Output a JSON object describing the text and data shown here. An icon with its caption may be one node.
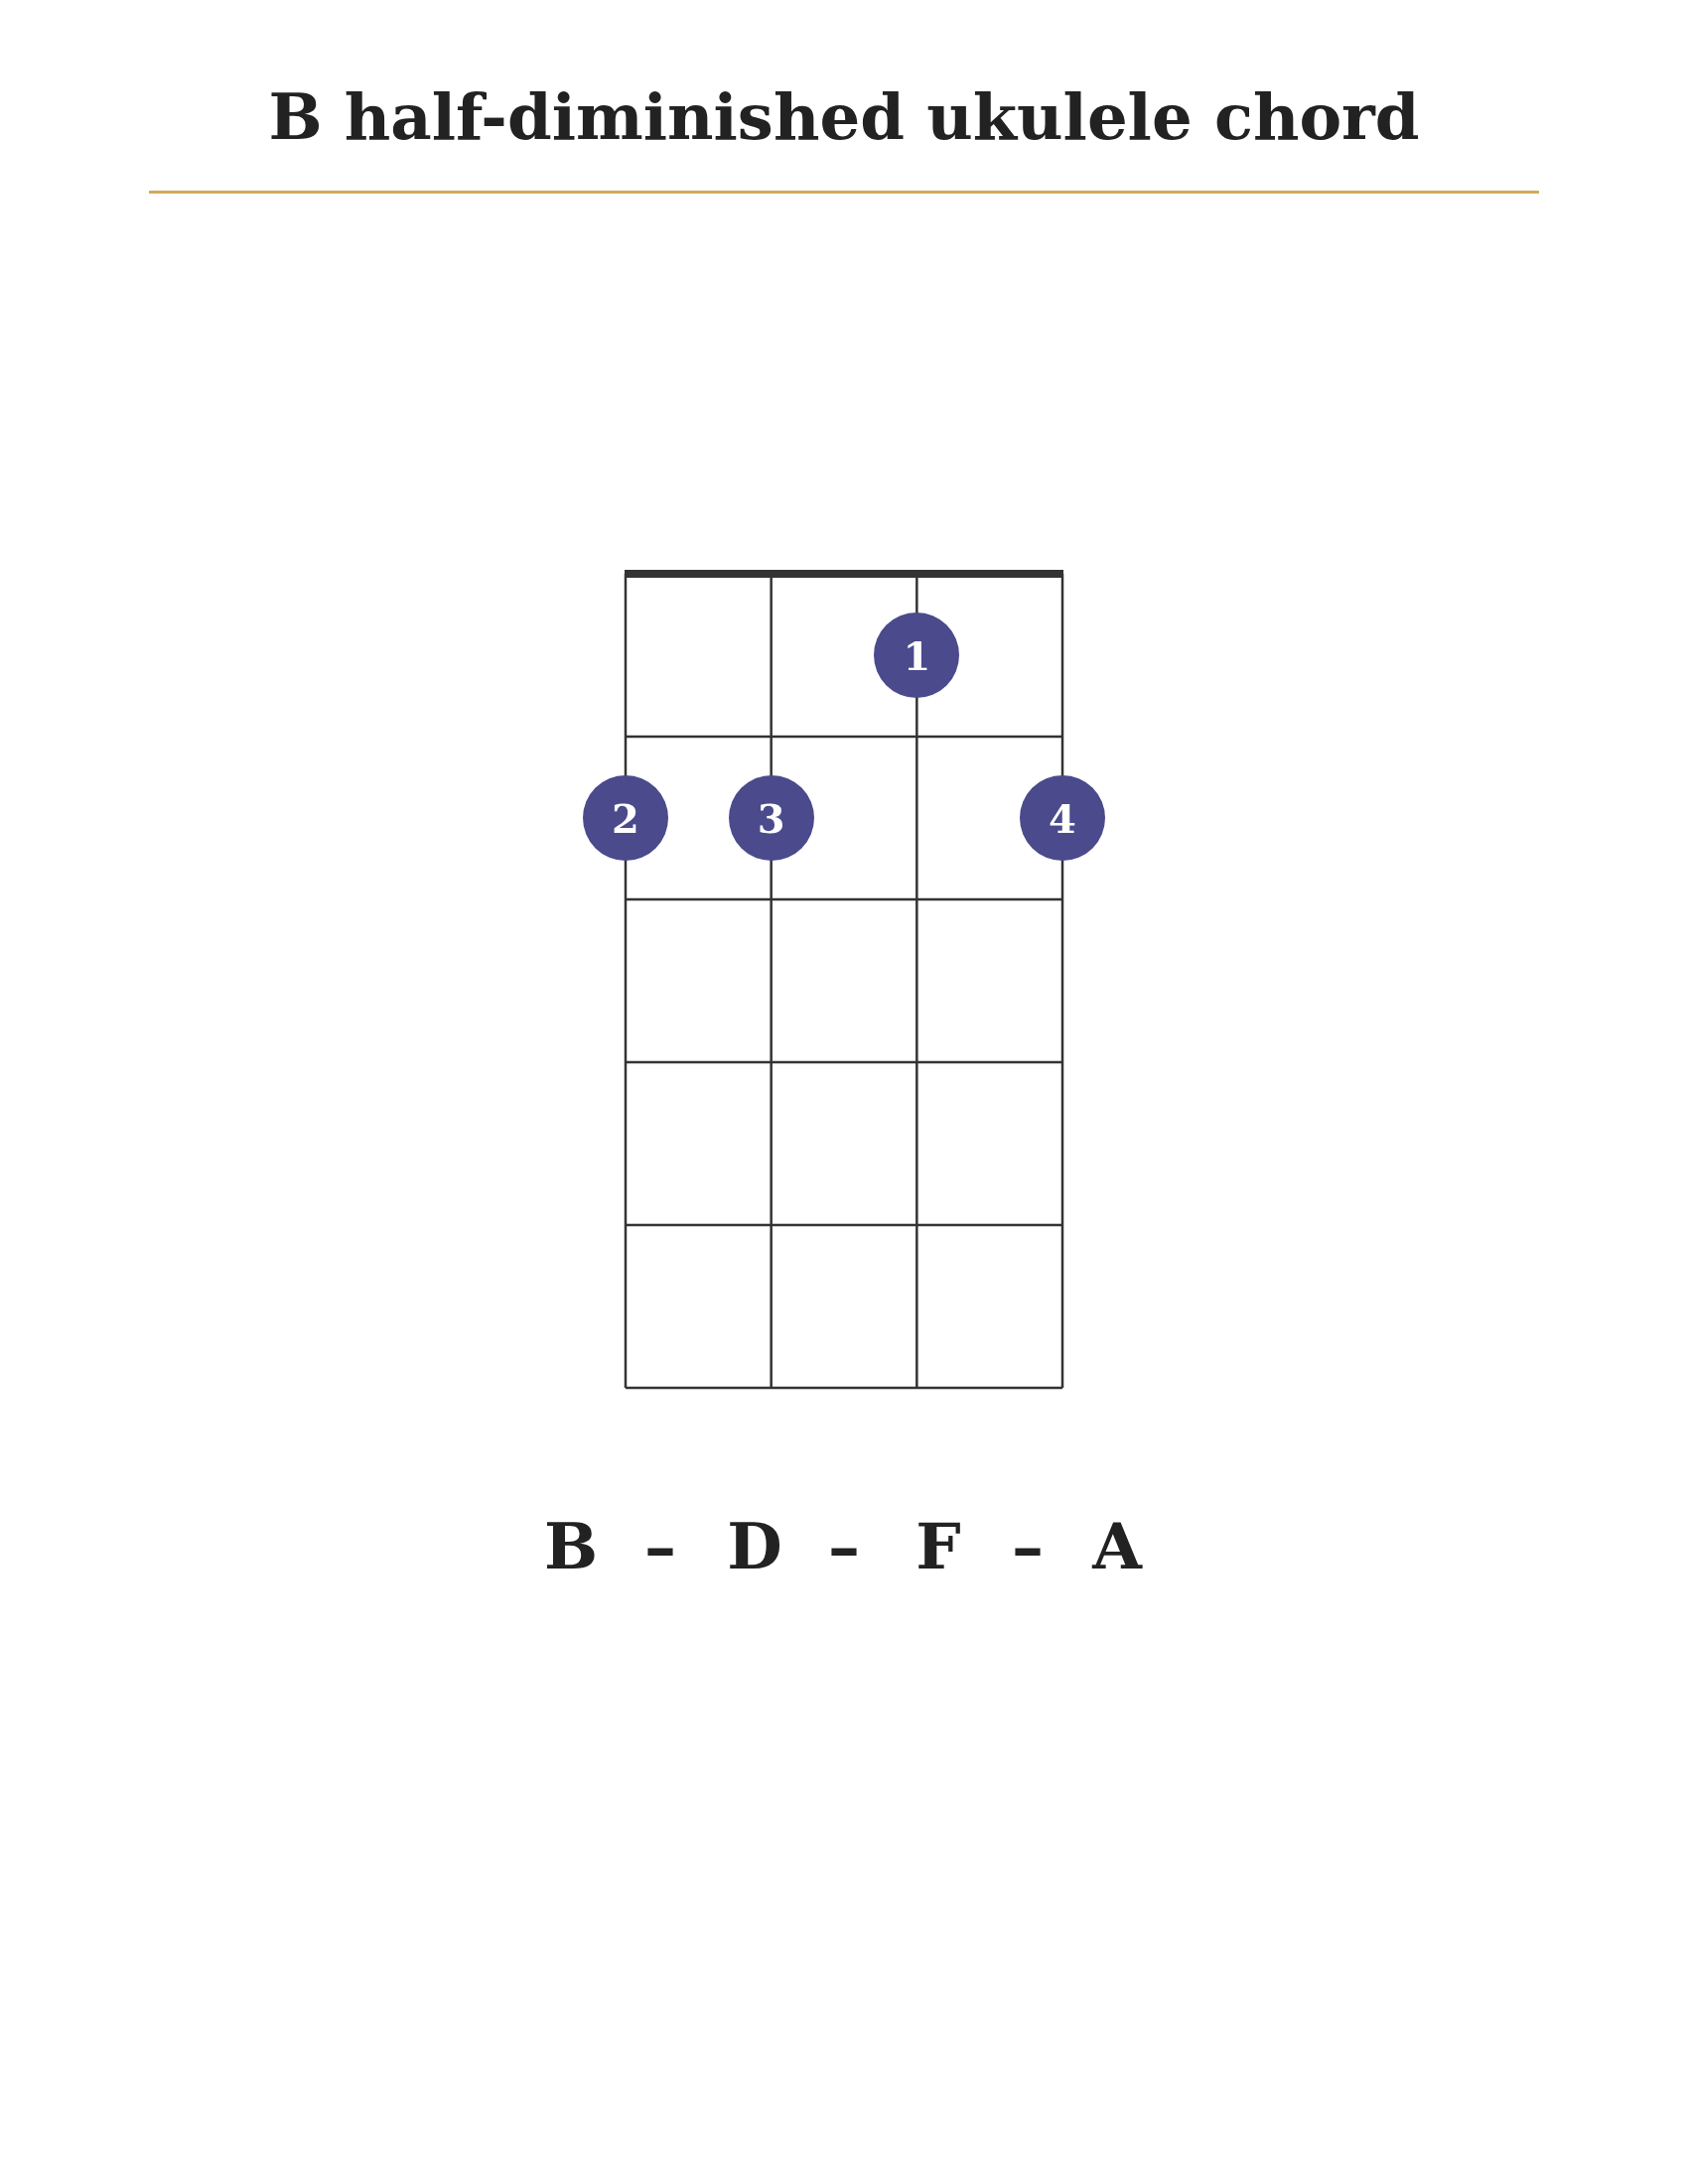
{
  "diagram": {
    "title": "B half-diminished ukulele chord",
    "nodes": [
      {
        "text": [
          "1"
        ]
      },
      {
        "text": [
          "2"
        ]
      },
      {
        "text": [
          "3"
        ]
      },
      {
        "text": [
          "4"
        ]
      }
    ],
    "labels": [
      "B",
      "–",
      "D",
      "–",
      "F",
      "–",
      "A"
    ]
  }
}
